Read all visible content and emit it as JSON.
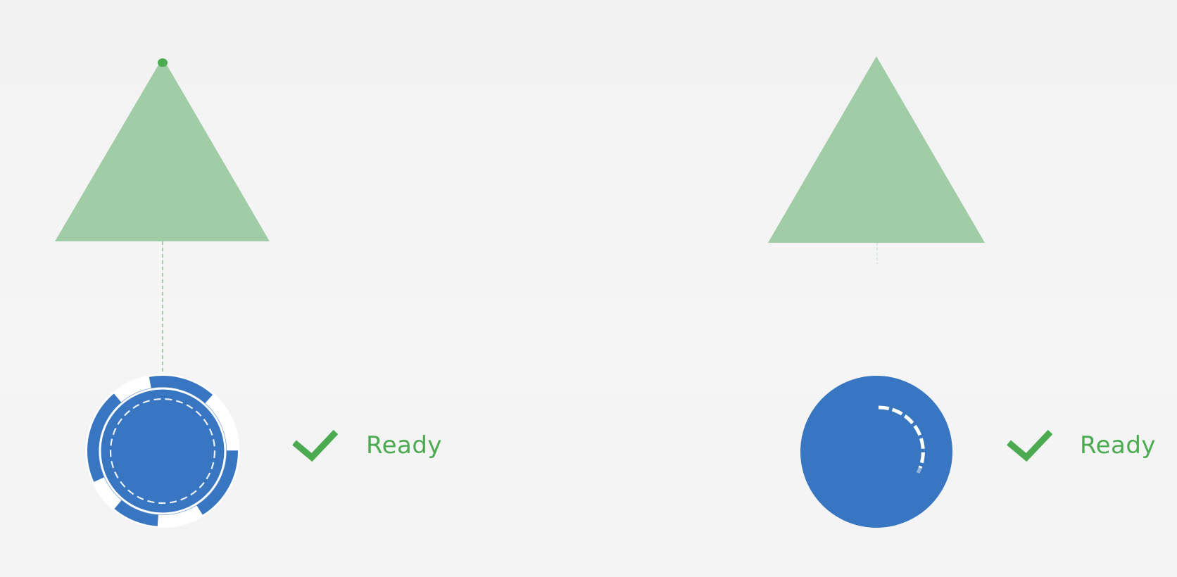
{
  "colors": {
    "triangle": "#a0cca6",
    "node": "#3876c2",
    "node_ring": "#5b93d6",
    "check": "#4caa50",
    "status_text": "#4caa50",
    "connector": "#8bc28f"
  },
  "groups": [
    {
      "triangle_icon": "triangle-icon",
      "node_icon": "node-progress-ring-icon",
      "state": "connected",
      "status_icon": "checkmark-icon",
      "status": "Ready"
    },
    {
      "triangle_icon": "triangle-icon",
      "node_icon": "node-loading-spinner-icon",
      "state": "loading",
      "status_icon": "checkmark-icon",
      "status": "Ready"
    }
  ]
}
